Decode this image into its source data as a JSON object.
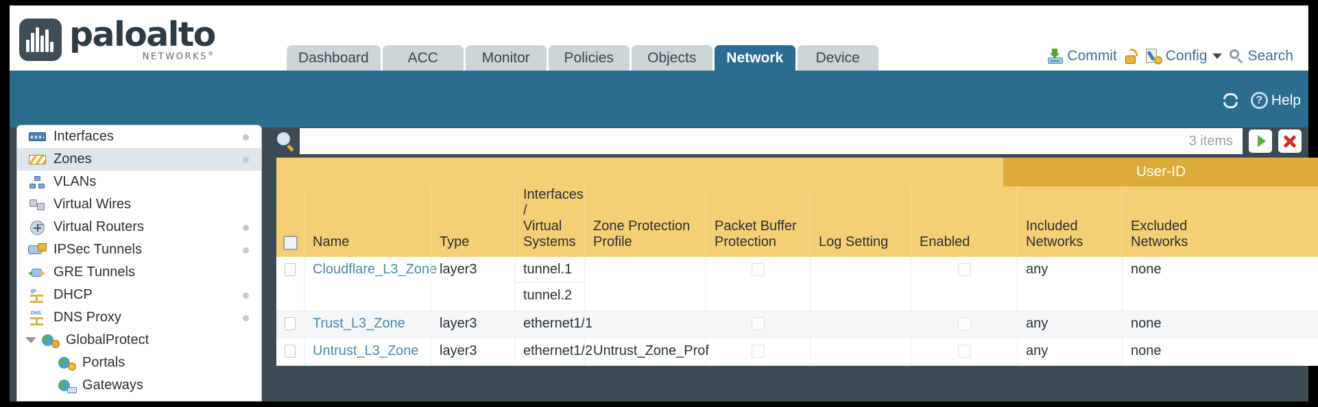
{
  "brand": {
    "name": "paloalto",
    "tagline": "NETWORKS",
    "reg": "®"
  },
  "tabs": [
    {
      "label": "Dashboard",
      "active": false
    },
    {
      "label": "ACC",
      "active": false
    },
    {
      "label": "Monitor",
      "active": false
    },
    {
      "label": "Policies",
      "active": false
    },
    {
      "label": "Objects",
      "active": false
    },
    {
      "label": "Network",
      "active": true
    },
    {
      "label": "Device",
      "active": false
    }
  ],
  "top_actions": {
    "commit": "Commit",
    "commit_icon": "commit-save-icon",
    "lock_icon": "unlocked-padlock-icon",
    "config": "Config",
    "config_icon": "config-wrench-gear-icon",
    "caret_icon": "chevron-down-icon",
    "search": "Search",
    "search_icon": "search-magnifier-icon"
  },
  "band": {
    "refresh_icon": "refresh-icon",
    "help_icon": "help-question-icon",
    "help": "Help"
  },
  "sidebar": {
    "items": [
      {
        "label": "Interfaces",
        "icon": "interfaces-icon",
        "selected": false,
        "dot": true,
        "child": false,
        "expand": false
      },
      {
        "label": "Zones",
        "icon": "zones-icon",
        "selected": true,
        "dot": true,
        "child": false,
        "expand": false
      },
      {
        "label": "VLANs",
        "icon": "vlans-icon",
        "selected": false,
        "dot": false,
        "child": false,
        "expand": false
      },
      {
        "label": "Virtual Wires",
        "icon": "virtual-wires-icon",
        "selected": false,
        "dot": false,
        "child": false,
        "expand": false
      },
      {
        "label": "Virtual Routers",
        "icon": "virtual-routers-icon",
        "selected": false,
        "dot": true,
        "child": false,
        "expand": false
      },
      {
        "label": "IPSec Tunnels",
        "icon": "ipsec-tunnels-icon",
        "selected": false,
        "dot": true,
        "child": false,
        "expand": false
      },
      {
        "label": "GRE Tunnels",
        "icon": "gre-tunnels-icon",
        "selected": false,
        "dot": false,
        "child": false,
        "expand": false
      },
      {
        "label": "DHCP",
        "icon": "dhcp-icon",
        "selected": false,
        "dot": true,
        "child": false,
        "expand": false
      },
      {
        "label": "DNS Proxy",
        "icon": "dns-proxy-icon",
        "selected": false,
        "dot": true,
        "child": false,
        "expand": false
      },
      {
        "label": "GlobalProtect",
        "icon": "globalprotect-icon",
        "selected": false,
        "dot": false,
        "child": false,
        "expand": true
      },
      {
        "label": "Portals",
        "icon": "portals-icon",
        "selected": false,
        "dot": false,
        "child": true,
        "expand": false
      },
      {
        "label": "Gateways",
        "icon": "gateways-icon",
        "selected": false,
        "dot": false,
        "child": true,
        "expand": false
      }
    ]
  },
  "search": {
    "value": "",
    "placeholder": "",
    "item_count": "3 items",
    "go_icon": "green-arrow-icon",
    "clear_icon": "red-x-icon",
    "search_icon": "search-magnifier-icon"
  },
  "table": {
    "group_header": {
      "label": "User-ID",
      "span_start": 6,
      "span_end": 8
    },
    "columns": [
      {
        "key": "check",
        "label": ""
      },
      {
        "key": "name",
        "label": "Name"
      },
      {
        "key": "type",
        "label": "Type"
      },
      {
        "key": "ifaces",
        "label": "Interfaces /\nVirtual\nSystems"
      },
      {
        "key": "zpp",
        "label": "Zone Protection\nProfile"
      },
      {
        "key": "pbp",
        "label": "Packet Buffer\nProtection"
      },
      {
        "key": "logset",
        "label": "Log Setting"
      },
      {
        "key": "enabled",
        "label": "Enabled"
      },
      {
        "key": "incl",
        "label": "Included\nNetworks"
      },
      {
        "key": "excl",
        "label": "Excluded\nNetworks"
      }
    ],
    "rows": [
      {
        "selected": false,
        "name": "Cloudflare_L3_Zone",
        "type": "layer3",
        "interfaces": [
          "tunnel.1",
          "tunnel.2"
        ],
        "zone_protection_profile": "",
        "packet_buffer_protection": false,
        "log_setting": "",
        "userid_enabled": false,
        "included_networks": "any",
        "excluded_networks": "none"
      },
      {
        "selected": false,
        "name": "Trust_L3_Zone",
        "type": "layer3",
        "interfaces": [
          "ethernet1/1"
        ],
        "zone_protection_profile": "",
        "packet_buffer_protection": false,
        "log_setting": "",
        "userid_enabled": false,
        "included_networks": "any",
        "excluded_networks": "none"
      },
      {
        "selected": false,
        "name": "Untrust_L3_Zone",
        "type": "layer3",
        "interfaces": [
          "ethernet1/2"
        ],
        "zone_protection_profile": "Untrust_Zone_Prof",
        "packet_buffer_protection": false,
        "log_setting": "",
        "userid_enabled": false,
        "included_networks": "any",
        "excluded_networks": "none"
      }
    ]
  },
  "colors": {
    "brand_dark": "#2d3b45",
    "band_blue": "#2b6c8f",
    "active_tab": "#2a6d92",
    "tab_grey": "#ccd6d9",
    "content_dark": "#3c4a53",
    "header_amber": "#f4cf74",
    "group_amber": "#ddab3c",
    "link_blue": "#4a87ab"
  }
}
